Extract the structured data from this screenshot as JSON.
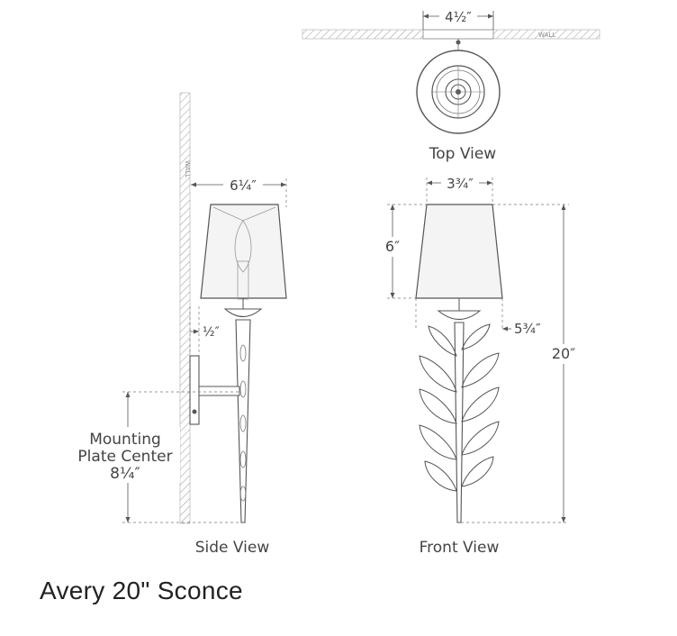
{
  "title": "Avery 20\" Sconce",
  "views": {
    "top": "Top View",
    "side": "Side View",
    "front": "Front View"
  },
  "wall_label": "WALL",
  "dimensions": {
    "top_width": "4½″",
    "side_shade_width": "6¼″",
    "projection_offset": "½″",
    "front_shade_top": "3¾″",
    "shade_height": "6″",
    "shade_bottom": "5¾″",
    "overall_height": "20″"
  },
  "mounting": {
    "line1": "Mounting",
    "line2": "Plate Center",
    "line3": "8¼″"
  }
}
